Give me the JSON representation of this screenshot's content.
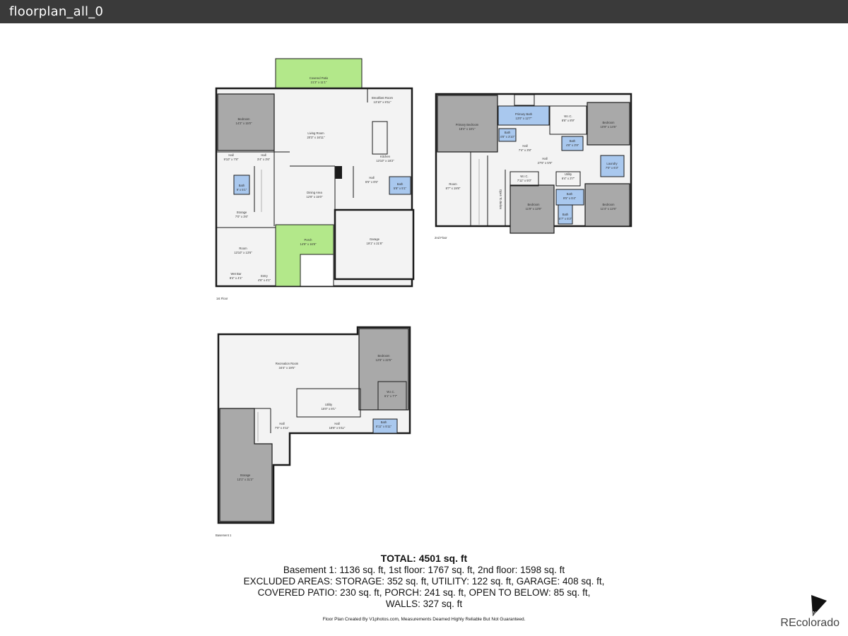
{
  "window": {
    "title": "floorplan_all_0"
  },
  "floors": {
    "first": {
      "label": "1st Floor",
      "rooms": {
        "covered_patio": {
          "name": "Covered Patio",
          "dim": "21'3\" x 11'1\""
        },
        "bedroom": {
          "name": "Bedroom",
          "dim": "14'2\" x 15'0\""
        },
        "breakfast": {
          "name": "Breakfast Room",
          "dim": "13'10\" x 8'11\""
        },
        "living": {
          "name": "Living Room",
          "dim": "20'3\" x 16'11\""
        },
        "kitchen": {
          "name": "Kitchen",
          "dim": "13'10\" x 18'2\""
        },
        "hall_a": {
          "name": "Hall",
          "dim": "9'10\" x 7'8\""
        },
        "hall_b": {
          "name": "Hall",
          "dim": "3'4\" x 3'6\""
        },
        "bath_a": {
          "name": "Bath",
          "dim": "9' x 5'1\""
        },
        "hall_c": {
          "name": "Hall",
          "dim": "6'5\" x 6'5\""
        },
        "bath_b": {
          "name": "Bath",
          "dim": "5'8\" x 5'1\""
        },
        "dining": {
          "name": "Dining Area",
          "dim": "12'8\" x 15'0\""
        },
        "storage": {
          "name": "Storage",
          "dim": "7'0\" x 3'6\""
        },
        "porch": {
          "name": "Porch",
          "dim": "14'9\" x 16'8\""
        },
        "garage": {
          "name": "Garage",
          "dim": "19'1\" x 21'8\""
        },
        "room": {
          "name": "Room",
          "dim": "13'10\" x 13'6\""
        },
        "wetbar": {
          "name": "Wet Bar",
          "dim": "8'4\" x 4'1\""
        },
        "entry": {
          "name": "Entry",
          "dim": "4'6\" x 4'1\""
        }
      }
    },
    "second": {
      "label": "2nd Floor",
      "rooms": {
        "primary_bed": {
          "name": "Primary Bedroom",
          "dim": "18'4\" x 18'1\""
        },
        "primary_bath": {
          "name": "Primary Bath",
          "dim": "13'0\" x 12'7\""
        },
        "wic_a": {
          "name": "W.I.C.",
          "dim": "8'8\" x 8'9\""
        },
        "bedroom_a": {
          "name": "Bedroom",
          "dim": "10'9\" x 14'6\""
        },
        "bath_a": {
          "name": "Bath",
          "dim": "4'8\" x 3'10\""
        },
        "bath_b": {
          "name": "Bath",
          "dim": "4'8\" x 3'9\""
        },
        "laundry": {
          "name": "Laundry",
          "dim": "7'0\" x 6'3\""
        },
        "hall_a": {
          "name": "Hall",
          "dim": "7'4\" x 3'8\""
        },
        "hall_b": {
          "name": "Hall",
          "dim": "27'5\" x 5'9\""
        },
        "room": {
          "name": "Room",
          "dim": "8'7\" x 19'8\""
        },
        "open": {
          "name": "Open To Below"
        },
        "wic_b": {
          "name": "W.I.C.",
          "dim": "7'11\" x 5'0\""
        },
        "utility": {
          "name": "Utility",
          "dim": "6'4\" x 3'7\""
        },
        "bedroom_b": {
          "name": "Bedroom",
          "dim": "11'9\" x 13'9\""
        },
        "bath_c": {
          "name": "Bath",
          "dim": "9'5\" x 5'4\""
        },
        "bath_d": {
          "name": "Bath",
          "dim": "5'7\" x 5'3\""
        },
        "bedroom_c": {
          "name": "Bedroom",
          "dim": "11'4\" x 12'6\""
        }
      }
    },
    "basement": {
      "label": "Basement 1",
      "rooms": {
        "recreation": {
          "name": "Recreation Room",
          "dim": "34'4\" x 19'5\""
        },
        "bedroom": {
          "name": "Bedroom",
          "dim": "12'6\" x 22'5\""
        },
        "wic": {
          "name": "W.I.C.",
          "dim": "6'1\" x 7'7\""
        },
        "utility": {
          "name": "Utility",
          "dim": "15'0\" x 8'1\""
        },
        "hall_a": {
          "name": "Hall",
          "dim": "7'0\" x 4'11\""
        },
        "hall_b": {
          "name": "Hall",
          "dim": "18'8\" x 5'11\""
        },
        "bath": {
          "name": "Bath",
          "dim": "8'11\" x 5'11\""
        },
        "storage": {
          "name": "Storage",
          "dim": "13'1\" x 31'2\""
        }
      }
    }
  },
  "summary": {
    "total": "TOTAL: 4501 sq. ft",
    "line1": "Basement 1: 1136 sq. ft, 1st floor: 1767 sq. ft, 2nd floor: 1598 sq. ft",
    "line2": "EXCLUDED AREAS: STORAGE: 352 sq. ft, UTILITY: 122 sq. ft, GARAGE: 408 sq. ft,",
    "line3": "COVERED PATIO: 230 sq. ft, PORCH: 241 sq. ft, OPEN TO BELOW: 85 sq. ft,",
    "line4": "WALLS: 327 sq. ft"
  },
  "credit": "Floor Plan Created By V1photos.com, Measurements Deamed Highly Reliable But Not Guaranteed.",
  "brand": "REcolorado",
  "colors": {
    "titlebar": "#3a3a3a",
    "bedroom": "#a9a9a9",
    "bath": "#a9c8ee",
    "outdoor": "#b3e88a",
    "wall": "#1a1a1a",
    "floor": "#f3f3f3"
  }
}
